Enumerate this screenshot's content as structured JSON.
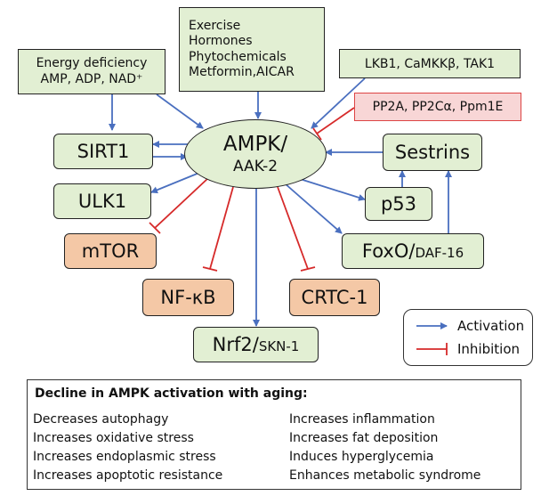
{
  "top_inputs": {
    "energy": [
      "Energy deficiency",
      "AMP, ADP, NAD⁺"
    ],
    "exercise": [
      "Exercise",
      "Hormones",
      "Phytochemicals",
      "Metformin,AICAR"
    ],
    "kinases": "LKB1, CaMKKβ, TAK1",
    "phosphatases": "PP2A, PP2Cα, Ppm1E"
  },
  "center": {
    "line1": "AMPK/",
    "line2": "AAK-2"
  },
  "nodes": {
    "sirt1": "SIRT1",
    "ulk1": "ULK1",
    "mtor": "mTOR",
    "nfkb": "NF-κB",
    "nrf2_main": "Nrf2/",
    "nrf2_sub": "SKN-1",
    "crtc": "CRTC-1",
    "sestrins": "Sestrins",
    "p53": "p53",
    "foxo_main": "FoxO/",
    "foxo_sub": "DAF-16"
  },
  "legend": {
    "activation": "Activation",
    "inhibition": "Inhibition"
  },
  "colors": {
    "activation": "#4a6fbf",
    "inhibition": "#d62a2a",
    "green_fill": "#e2efd3",
    "orange_fill": "#f4c8a6"
  },
  "aging": {
    "title": "Decline in AMPK activation with aging:",
    "left": [
      "Decreases autophagy",
      "Increases oxidative stress",
      "Increases endoplasmic stress",
      "Increases apoptotic resistance"
    ],
    "right": [
      "Increases inflammation",
      "Increases fat deposition",
      "Induces hyperglycemia",
      "Enhances metabolic syndrome"
    ]
  }
}
